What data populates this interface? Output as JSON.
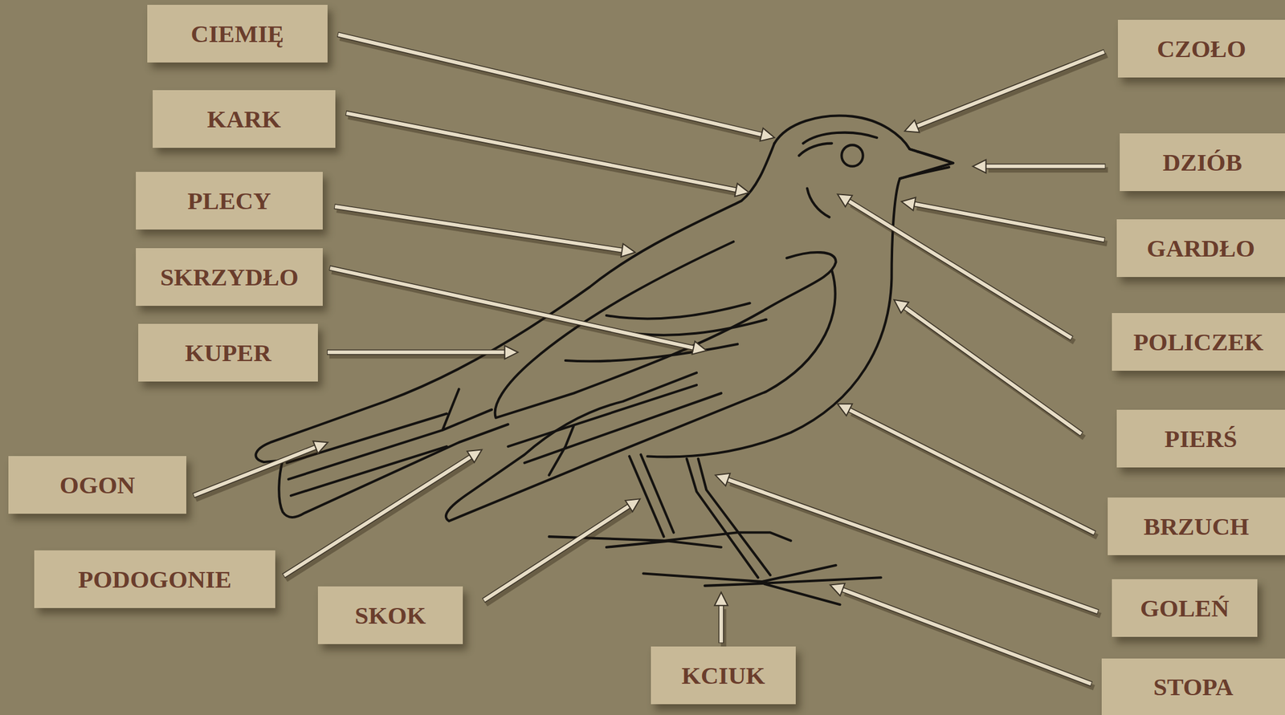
{
  "diagram": {
    "nodes": [
      {
        "text": [
          "CIEMIĘ"
        ]
      },
      {
        "text": [
          "CZOŁO"
        ]
      },
      {
        "text": [
          "KARK"
        ]
      },
      {
        "text": [
          "DZIÓB"
        ]
      },
      {
        "text": [
          "PLECY"
        ]
      },
      {
        "text": [
          "GARDŁO"
        ]
      },
      {
        "text": [
          "SKRZYDŁO"
        ]
      },
      {
        "text": [
          "POLICZEK"
        ]
      },
      {
        "text": [
          "KUPER"
        ]
      },
      {
        "text": [
          "PIERŚ"
        ]
      },
      {
        "text": [
          "OGON"
        ]
      },
      {
        "text": [
          "BRZUCH"
        ]
      },
      {
        "text": [
          "PODOGONIE"
        ]
      },
      {
        "text": [
          "GOLEŃ"
        ]
      },
      {
        "text": [
          "SKOK"
        ]
      },
      {
        "text": [
          "STOPA"
        ]
      },
      {
        "text": [
          "KCIUK"
        ]
      }
    ]
  }
}
